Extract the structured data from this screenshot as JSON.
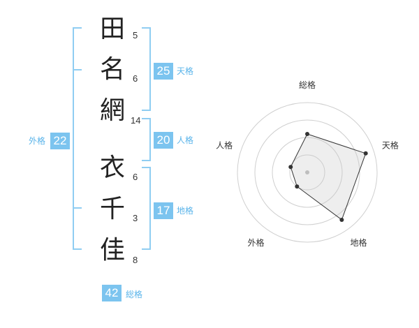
{
  "name": {
    "characters": [
      {
        "char": "田",
        "strokes": "5"
      },
      {
        "char": "名",
        "strokes": "6"
      },
      {
        "char": "網",
        "strokes": "14"
      },
      {
        "char": "衣",
        "strokes": "6"
      },
      {
        "char": "千",
        "strokes": "3"
      },
      {
        "char": "佳",
        "strokes": "8"
      }
    ]
  },
  "fortunes": {
    "tenkaku": {
      "value": "25",
      "label": "天格"
    },
    "jinkaku": {
      "value": "20",
      "label": "人格"
    },
    "chikaku": {
      "value": "17",
      "label": "地格"
    },
    "gaikaku": {
      "value": "22",
      "label": "外格"
    },
    "soukaku": {
      "value": "42",
      "label": "総格"
    }
  },
  "colors": {
    "accent": "#7cc4ef",
    "accent_text": "#5ab4ea",
    "bracket": "#8fcdf2"
  },
  "chart_data": {
    "type": "radar",
    "axes": [
      "総格",
      "天格",
      "地格",
      "外格",
      "人格"
    ],
    "values": [
      0.55,
      0.88,
      0.84,
      0.25,
      0.25
    ],
    "rings": 4,
    "range": [
      0,
      1
    ]
  }
}
